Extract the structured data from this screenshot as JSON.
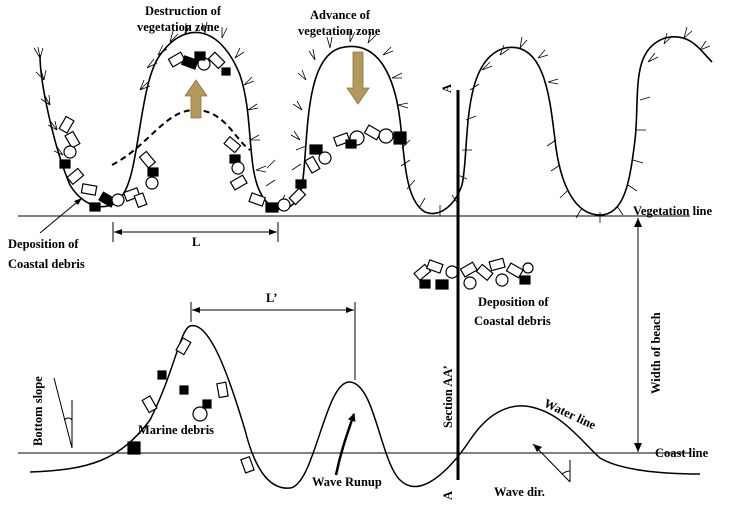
{
  "labels": {
    "destruction_1": "Destruction of",
    "destruction_2": "vegetation zone",
    "advance_1": "Advance of",
    "advance_2": "vegetation zone",
    "vegetation_line": "Vegetation line",
    "deposition_left_1": "Deposition of",
    "deposition_left_2": "Coastal debris",
    "length_L": "L",
    "length_L_prime": "L’",
    "deposition_center_1": "Deposition of",
    "deposition_center_2": "Coastal debris",
    "width_of_beach": "Width of beach",
    "section": "Section AA’",
    "section_top": "A",
    "section_bottom": "A",
    "bottom_slope": "Bottom slope",
    "marine_debris": "Marine debris",
    "wave_runup": "Wave Runup",
    "water_line": "Water line",
    "coast_line": "Coast line",
    "wave_dir": "Wave dir."
  },
  "colors": {
    "ink": "#000000",
    "arrow_fill": "#b49a5a"
  }
}
